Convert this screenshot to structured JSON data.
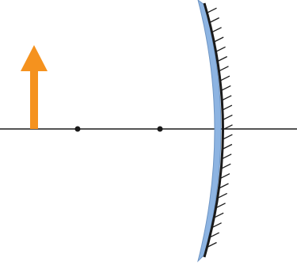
{
  "diagram": {
    "type": "concave-mirror-ray-diagram",
    "object": {
      "shape": "arrow",
      "direction": "up",
      "color": "#F5921E"
    },
    "principal_axis": {
      "color": "#1a1a1a"
    },
    "points": [
      {
        "name": "center-of-curvature"
      },
      {
        "name": "focal-point"
      }
    ],
    "mirror": {
      "kind": "concave",
      "glass_color": "#8DB4E2",
      "edge_color": "#6E95C4",
      "reflective_back_color": "#1a1a1a",
      "hatching_color": "#1a1a1a"
    }
  }
}
